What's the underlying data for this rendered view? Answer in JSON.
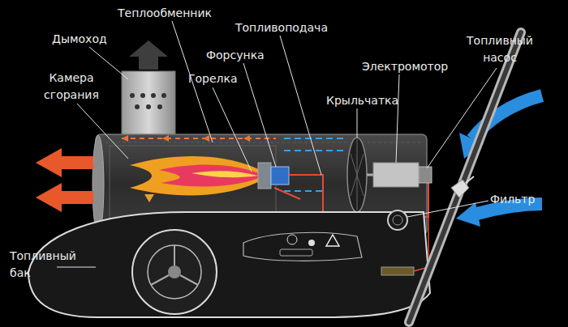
{
  "diagram": {
    "labels": [
      "Теплообменник",
      "Топливоподача",
      "Дымоход",
      "Топливный насос",
      "Форсунка",
      "Электромотор",
      "Камера сгорания",
      "Горелка",
      "Крыльчатка",
      "Фильтр",
      "Топливный бак"
    ]
  }
}
